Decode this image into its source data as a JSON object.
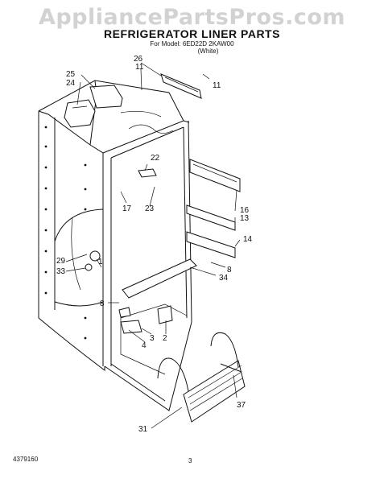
{
  "watermark": "AppliancePartsPros.com",
  "title": "REFRIGERATOR LINER PARTS",
  "model_line": "For Model: 6ED22D 2KAW00",
  "color_line": "(White)",
  "footer_left": "4379160",
  "footer_page": "3",
  "callouts": [
    {
      "id": "26",
      "text": "26"
    },
    {
      "id": "11a",
      "text": "11"
    },
    {
      "id": "11b",
      "text": "11"
    },
    {
      "id": "25",
      "text": "25"
    },
    {
      "id": "24",
      "text": "24"
    },
    {
      "id": "22",
      "text": "22"
    },
    {
      "id": "17",
      "text": "17"
    },
    {
      "id": "23",
      "text": "23"
    },
    {
      "id": "16",
      "text": "16"
    },
    {
      "id": "13",
      "text": "13"
    },
    {
      "id": "14",
      "text": "14"
    },
    {
      "id": "29",
      "text": "29"
    },
    {
      "id": "33",
      "text": "33"
    },
    {
      "id": "1",
      "text": "1"
    },
    {
      "id": "8a",
      "text": "8"
    },
    {
      "id": "34",
      "text": "34"
    },
    {
      "id": "8b",
      "text": "8"
    },
    {
      "id": "3",
      "text": "3"
    },
    {
      "id": "2",
      "text": "2"
    },
    {
      "id": "4",
      "text": "4"
    },
    {
      "id": "37",
      "text": "37"
    },
    {
      "id": "31",
      "text": "31"
    }
  ]
}
